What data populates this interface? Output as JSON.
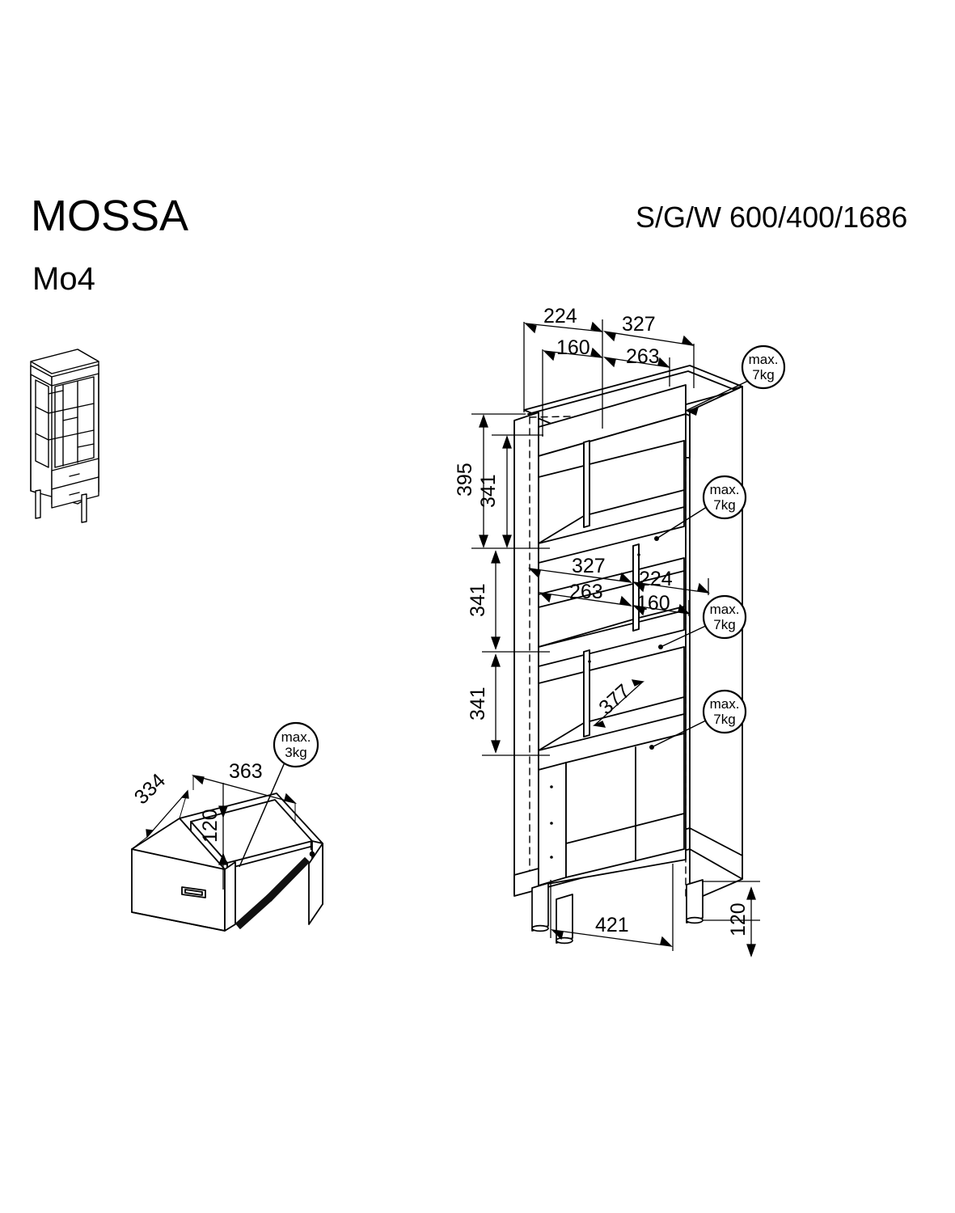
{
  "header": {
    "brand": "MOSSA",
    "model_code": "Mo4",
    "spec_label": "S/G/W   600/400/1686"
  },
  "thumbnail": {
    "name": "display-cabinet-thumbnail",
    "description": "Tall glass display cabinet with open shelves and two bottom drawers"
  },
  "drawer_detail": {
    "title": "drawer-assembly-detail",
    "dimensions": {
      "depth": "334",
      "width": "363",
      "height": "120"
    },
    "load_badge": {
      "line1": "max.",
      "line2": "3kg"
    }
  },
  "cabinet_detail": {
    "title": "cabinet-assembly-detail",
    "top_dims": {
      "left_outer": "224",
      "right_outer": "327",
      "left_inner": "160",
      "right_inner": "263"
    },
    "middle_dims": {
      "left_outer": "327",
      "right_outer": "224",
      "left_inner": "263",
      "right_inner": "160"
    },
    "vertical_dims": {
      "top_outer": "395",
      "shelf_1": "341",
      "shelf_2": "341",
      "shelf_3": "341"
    },
    "diagonal_dim": "377",
    "bottom_dims": {
      "leg_span": "421",
      "leg_height": "120"
    },
    "load_badges": [
      {
        "line1": "max.",
        "line2": "7kg"
      },
      {
        "line1": "max.",
        "line2": "7kg"
      },
      {
        "line1": "max.",
        "line2": "7kg"
      },
      {
        "line1": "max.",
        "line2": "7kg"
      }
    ]
  }
}
